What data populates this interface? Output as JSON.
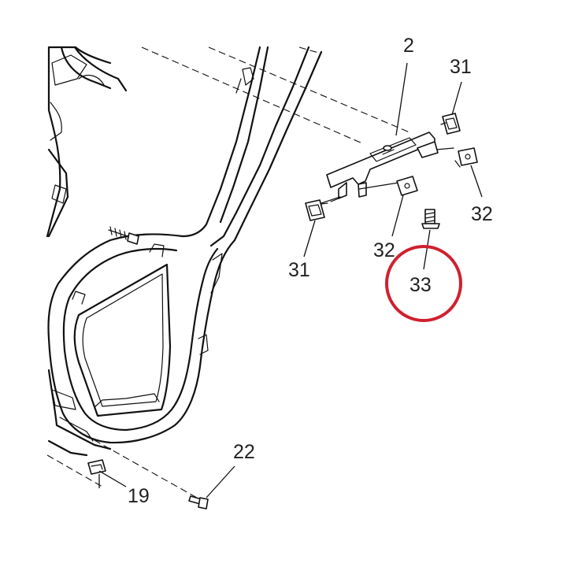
{
  "callouts": {
    "c2": "2",
    "c31_top": "31",
    "c31_left": "31",
    "c32_right": "32",
    "c32_mid": "32",
    "c33": "33",
    "c22": "22",
    "c19": "19"
  },
  "highlight": {
    "target_part": "33",
    "color": "#d0202e"
  },
  "colors": {
    "line": "#111111",
    "background": "#ffffff"
  }
}
